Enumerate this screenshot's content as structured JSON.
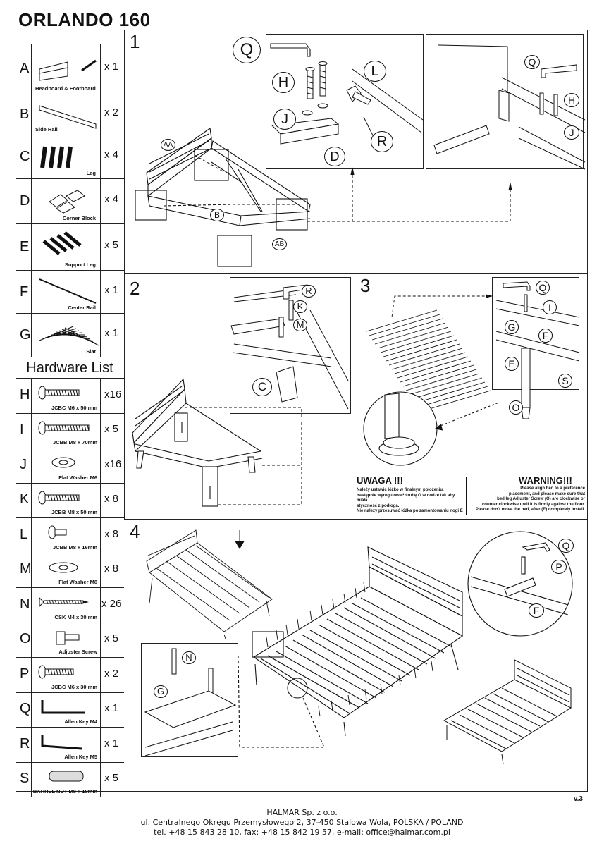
{
  "title": "ORLANDO 160",
  "parts": [
    {
      "letter": "A",
      "caption": "Headboard & Footboard",
      "qty": "x 1",
      "sub1": "AA",
      "sub2": "AB"
    },
    {
      "letter": "B",
      "caption": "Side Rail",
      "qty": "x 2"
    },
    {
      "letter": "C",
      "caption": "Leg",
      "qty": "x 4"
    },
    {
      "letter": "D",
      "caption": "Corner Block",
      "qty": "x 4"
    },
    {
      "letter": "E",
      "caption": "Support Leg",
      "qty": "x 5"
    },
    {
      "letter": "F",
      "caption": "Center Rail",
      "qty": "x 1"
    },
    {
      "letter": "G",
      "caption": "Slat",
      "qty": "x 1"
    }
  ],
  "hardware_title": "Hardware List",
  "hardware": [
    {
      "letter": "H",
      "caption": "JCBC M6 x 50 mm",
      "qty": "x16"
    },
    {
      "letter": "I",
      "caption": "JCBB M8 x 70mm",
      "qty": "x 5"
    },
    {
      "letter": "J",
      "caption": "Flat Washer M6",
      "qty": "x16"
    },
    {
      "letter": "K",
      "caption": "JCBB M8 x 50 mm",
      "qty": "x 8"
    },
    {
      "letter": "L",
      "caption": "JCBB M8 x 16mm",
      "qty": "x 8"
    },
    {
      "letter": "M",
      "caption": "Flat Washer M8",
      "qty": "x 8"
    },
    {
      "letter": "N",
      "caption": "CSK M4 x 30 mm",
      "qty": "x 26"
    },
    {
      "letter": "O",
      "caption": "Adjuster Screw",
      "qty": "x 5"
    },
    {
      "letter": "P",
      "caption": "JCBC M6 x 30 mm",
      "qty": "x 2"
    },
    {
      "letter": "Q",
      "caption": "Allen Key M4",
      "qty": "x 1"
    },
    {
      "letter": "R",
      "caption": "Allen Key M5",
      "qty": "x 1"
    },
    {
      "letter": "S",
      "caption": "BARREL NUT M8 x 18mm",
      "qty": "x 5"
    }
  ],
  "steps": {
    "s1": "1",
    "s2": "2",
    "s3": "3",
    "s4": "4"
  },
  "callouts": {
    "AA": "AA",
    "AB": "AB",
    "B": "B",
    "C": "C",
    "D": "D",
    "E": "E",
    "F": "F",
    "G": "G",
    "H": "H",
    "I": "I",
    "J": "J",
    "K": "K",
    "L": "L",
    "M": "M",
    "N": "N",
    "O": "O",
    "P": "P",
    "Q": "Q",
    "R": "R",
    "S": "S"
  },
  "uwaga": {
    "title": "UWAGA !!!",
    "lines": [
      "Należy ustawić łóżko w finalnym położeniu,",
      "następnie wyregulować śrubę O w nodze tak aby miała",
      "styczność z podłogą.",
      "Nie należy przesuwać łóżka po zamontowaniu nogi E"
    ]
  },
  "warning": {
    "title": "WARNING!!!",
    "lines": [
      "Please align bed to a preference",
      "placement, and please make sure that",
      "bed leg Adjuster Screw (O) are clockwise or",
      "counter clockwise until it is firmly against the floor.",
      "Please don't move the bed, after (E) completely install."
    ]
  },
  "version": "v.3",
  "footer": {
    "company": "HALMAR Sp. z o.o.",
    "address": "ul. Centralnego Okręgu Przemysłowego 2, 37-450 Stalowa Wola, POLSKA / POLAND",
    "contact": "tel. +48 15 843 28 10, fax: +48 15 842 19 57, e-mail: office@halmar.com.pl"
  }
}
